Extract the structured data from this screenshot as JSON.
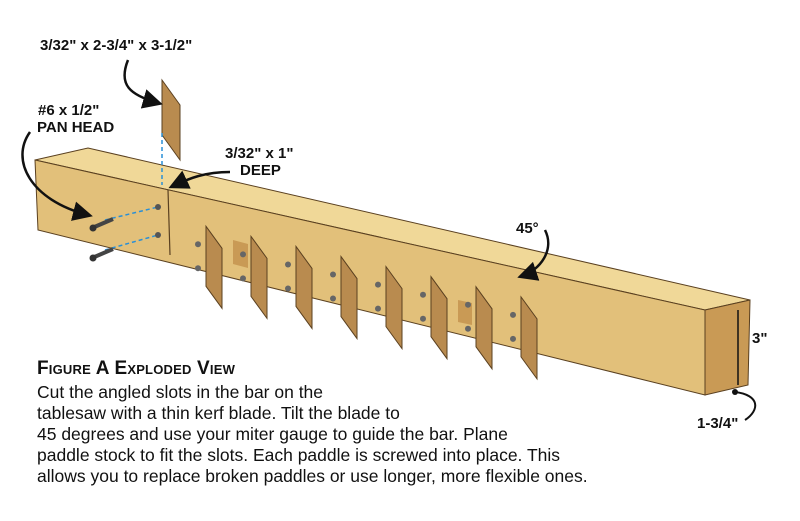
{
  "labels": {
    "paddle_size": "3/32\" x 2-3/4\" x 3-1/2\"",
    "screw_line1": "#6 x 1/2\"",
    "screw_line2": "PAN HEAD",
    "slot_line1": "3/32\" x 1\"",
    "slot_line2": "DEEP",
    "angle": "45°",
    "height": "3\"",
    "width": "1-3/4\""
  },
  "figure": {
    "title": "Figure A  Exploded View",
    "caption_lines": [
      "Cut the angled slots in the bar on the",
      "tablesaw with a thin kerf blade. Tilt the blade to",
      "45 degrees and use your miter gauge to guide the bar. Plane",
      "paddle stock to fit the slots. Each paddle is screwed into place. This",
      "allows you to replace broken paddles or use longer, more flexible ones."
    ]
  },
  "colors": {
    "wood": "#e7c784",
    "wood_top": "#f0d898",
    "wood_end": "#c99a55",
    "paddle": "#b98b4f",
    "dash": "#2a8fd6"
  }
}
